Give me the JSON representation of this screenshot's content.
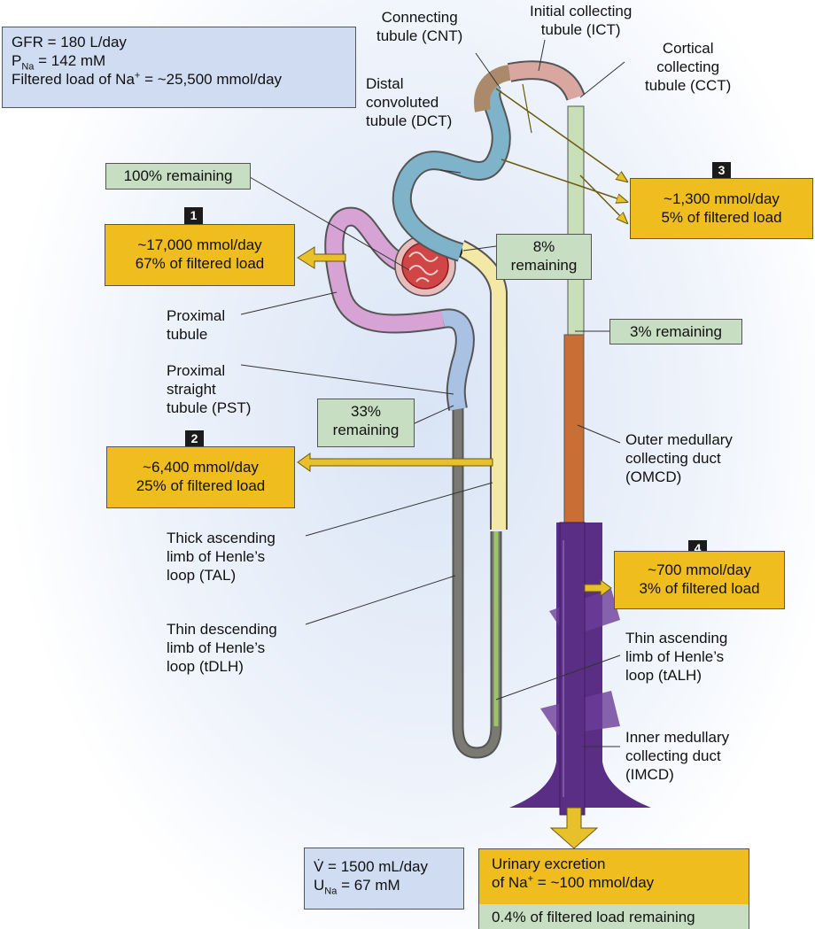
{
  "colors": {
    "filter_box": "#cfdcf1",
    "transport_box": "#efbd1e",
    "remaining_box": "#c7dec2",
    "proximal": "#d7a3d4",
    "pst": "#a9c1e3",
    "tdlh": "#7a7a73",
    "tal": "#f3e8a6",
    "dct": "#7fb3c9",
    "cnt": "#ab8a6b",
    "ict": "#d9a7a0",
    "cct": "#c9dfb8",
    "omcd": "#c96f35",
    "imcd": "#5a2e85"
  },
  "filter_info": {
    "gfr": "GFR = 180 L/day",
    "pna_main": "P",
    "pna_sub": "Na",
    "pna_rest": " = 142 mM",
    "load_main": "Filtered load of Na",
    "load_sup": "+",
    "load_rest": " = ~25,500 mmol/day"
  },
  "remaining": {
    "r100": "100% remaining",
    "r8_l1": "8%",
    "r8_l2": "remaining",
    "r33_l1": "33%",
    "r33_l2": "remaining",
    "r3": "3% remaining"
  },
  "transport": {
    "t1": {
      "num": "1",
      "l1": "~17,000 mmol/day",
      "l2": "67% of filtered load"
    },
    "t2": {
      "num": "2",
      "l1": "~6,400 mmol/day",
      "l2": "25% of filtered load"
    },
    "t3": {
      "num": "3",
      "l1": "~1,300 mmol/day",
      "l2": "5% of filtered load"
    },
    "t4": {
      "num": "4",
      "l1": "~700 mmol/day",
      "l2": "3% of filtered load"
    }
  },
  "labels": {
    "cnt": [
      "Connecting",
      "tubule (CNT)"
    ],
    "ict": [
      "Initial collecting",
      "tubule (ICT)"
    ],
    "cct": [
      "Cortical",
      "collecting",
      "tubule (CCT)"
    ],
    "dct": [
      "Distal",
      "convoluted",
      "tubule (DCT)"
    ],
    "pt": [
      "Proximal",
      "tubule"
    ],
    "pst": [
      "Proximal",
      "straight",
      "tubule (PST)"
    ],
    "tal": [
      "Thick ascending",
      "limb of Henle’s",
      "loop (TAL)"
    ],
    "tdlh": [
      "Thin descending",
      "limb of Henle’s",
      "loop (tDLH)"
    ],
    "omcd": [
      "Outer medullary",
      "collecting duct",
      "(OMCD)"
    ],
    "talh": [
      "Thin ascending",
      "limb of Henle’s",
      "loop (tALH)"
    ],
    "imcd": [
      "Inner medullary",
      "collecting duct",
      "(IMCD)"
    ]
  },
  "urine": {
    "v": "V̇ = 1500 mL/day",
    "una_main": "U",
    "una_sub": "Na",
    "una_rest": " = 67 mM"
  },
  "excretion": {
    "l1": "Urinary excretion",
    "l2_pre": "of  Na",
    "l2_sup": "+",
    "l2_rest": " = ~100 mmol/day",
    "remaining": "0.4% of filtered load remaining"
  }
}
